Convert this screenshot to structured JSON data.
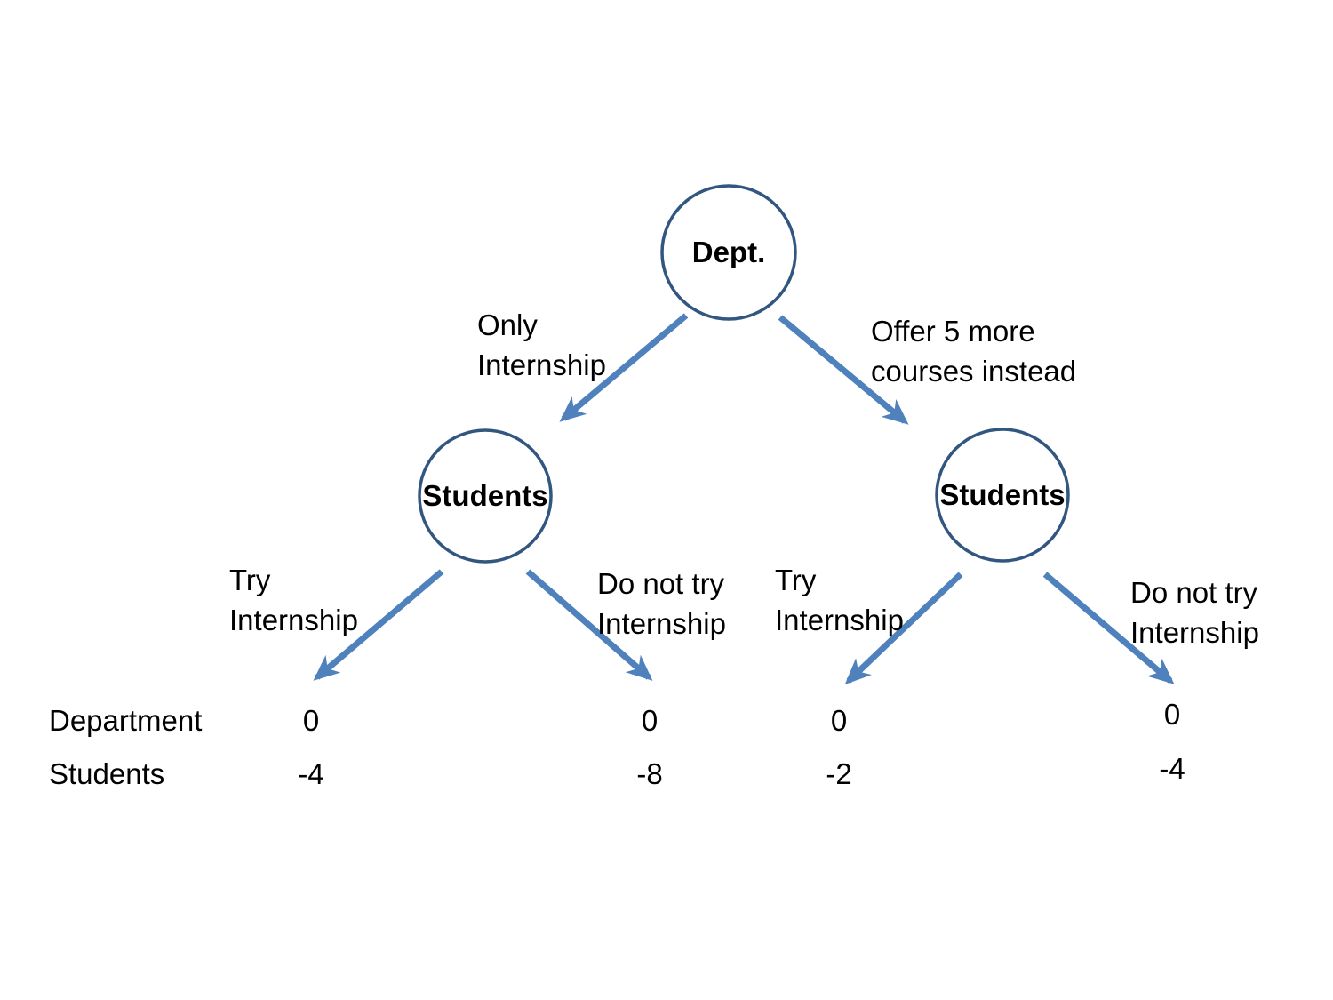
{
  "colors": {
    "arrow": "#4F81BD",
    "node_stroke": "#31567F"
  },
  "nodes": {
    "root": {
      "label": "Dept."
    },
    "left": {
      "label": "Students"
    },
    "right": {
      "label": "Students"
    }
  },
  "edges": {
    "root_left": "Only\nInternship",
    "root_right": "Offer 5 more\ncourses instead",
    "left_try": "Try\nInternship",
    "left_no_try": "Do not try\nInternship",
    "right_try": "Try\nInternship",
    "right_no_try": "Do not try\nInternship"
  },
  "payoffs": {
    "row_labels": {
      "department": "Department",
      "students": "Students"
    },
    "columns": [
      {
        "department": "0",
        "students": "-4"
      },
      {
        "department": "0",
        "students": "-8"
      },
      {
        "department": "0",
        "students": "-2"
      },
      {
        "department": "0",
        "students": "-4"
      }
    ]
  }
}
